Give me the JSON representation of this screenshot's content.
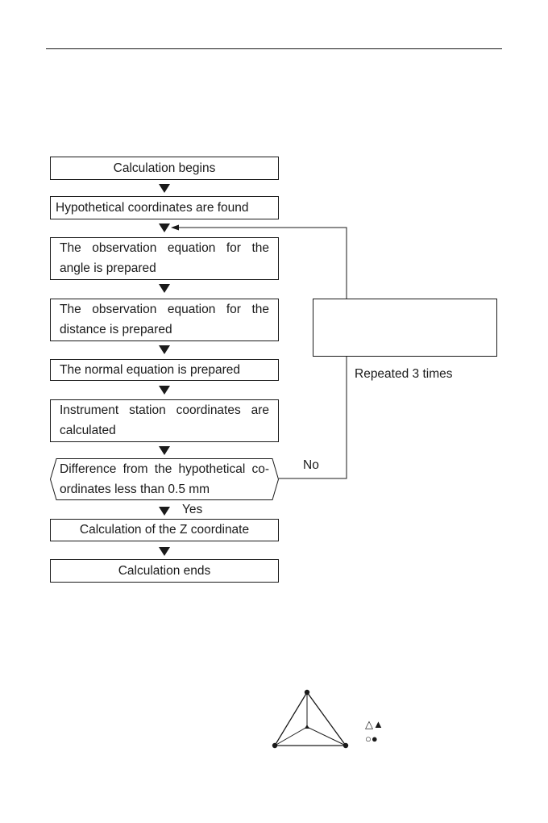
{
  "flowchart": {
    "steps": [
      "Calculation begins",
      "Hypothetical coordinates are found",
      "The observation equation for the angle is prepared",
      "The observation equation for the distance is prepared",
      "The normal equation is prepared",
      "Instrument station coordinates are calculated",
      "Calculation of the Z coordinate",
      "Calculation ends"
    ],
    "decision": "Difference from the hypothetical co-ordinates less than 0.5 mm",
    "yes_label": "Yes",
    "no_label": "No",
    "repeat_box_text": "",
    "repeat_label": "Repeated 3 times"
  },
  "figure": {
    "legend_triangles": [
      "△",
      "▲"
    ],
    "legend_circles": [
      "○",
      "●"
    ]
  }
}
